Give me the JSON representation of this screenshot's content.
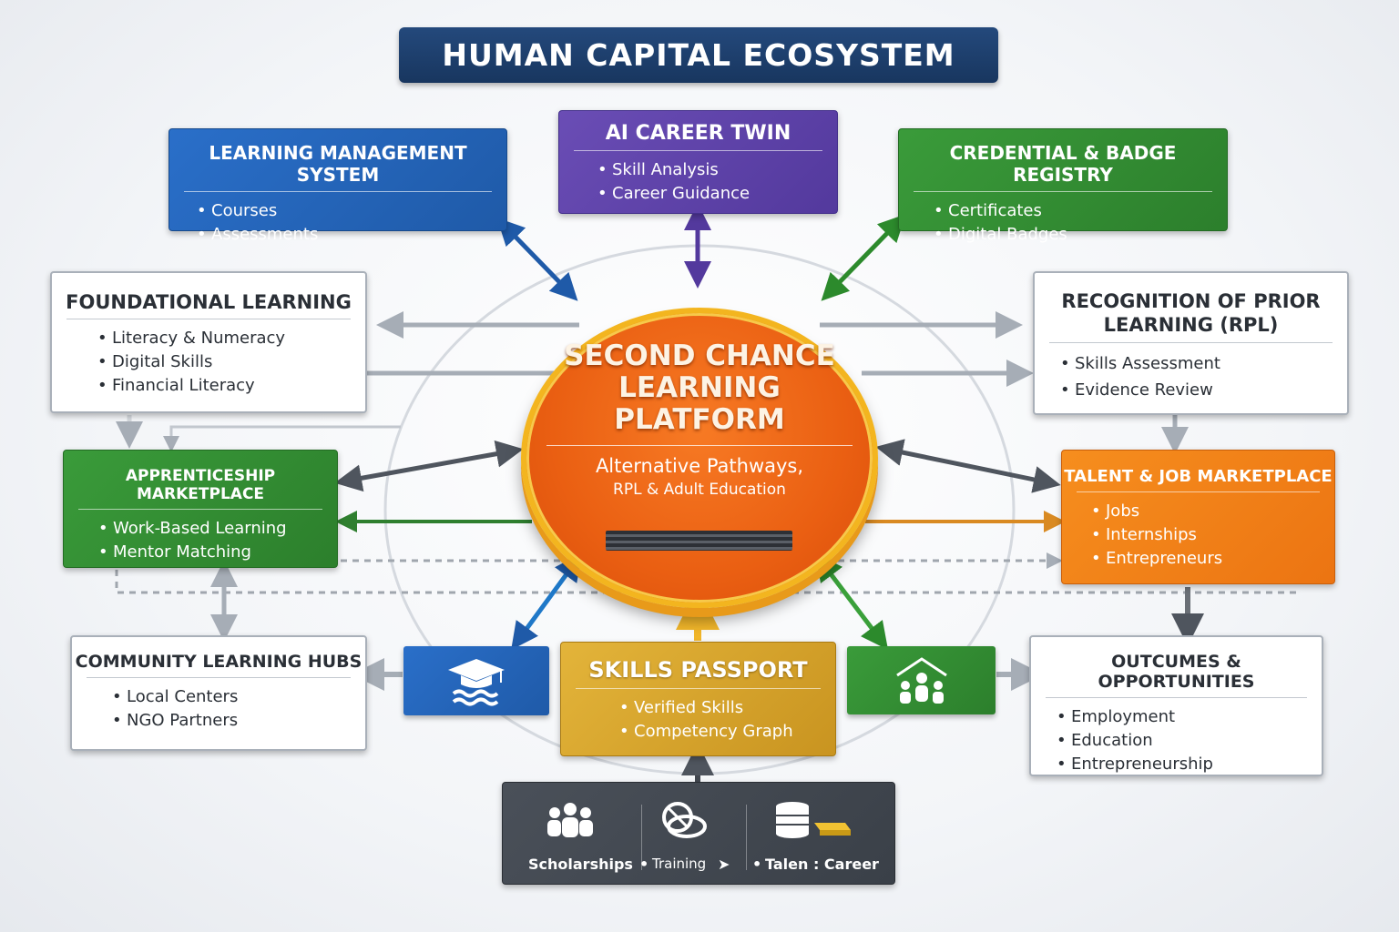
{
  "title": "HUMAN CAPITAL ECOSYSTEM",
  "center": {
    "title_lines": [
      "SECOND CHANCE",
      "LEARNING",
      "PLATFORM"
    ],
    "subtitle": "Alternative Pathways,",
    "subtitle2": "RPL & Adult Education"
  },
  "nodes": {
    "lms": {
      "title": "LEARNING MANAGEMENT SYSTEM",
      "items": [
        "Courses",
        "Assessments"
      ]
    },
    "ai_twin": {
      "title": "AI CAREER TWIN",
      "items": [
        "Skill Analysis",
        "Career Guidance"
      ]
    },
    "credential": {
      "title": "CREDENTIAL & BADGE REGISTRY",
      "items": [
        "Certificates",
        "Digital Badges"
      ]
    },
    "foundational": {
      "title": "FOUNDATIONAL LEARNING",
      "items": [
        "Literacy & Numeracy",
        "Digital Skills",
        "Financial Literacy"
      ]
    },
    "rpl": {
      "title_lines": [
        "RECOGNITION OF PRIOR",
        "LEARNING (RPL)"
      ],
      "items": [
        "Skills Assessment",
        "Evidence Review"
      ]
    },
    "apprenticeship": {
      "title": "APPRENTICESHIP MARKETPLACE",
      "items": [
        "Work-Based Learning",
        "Mentor Matching"
      ]
    },
    "talent": {
      "title": "TALENT & JOB MARKETPLACE",
      "items": [
        "Jobs",
        "Internships",
        "Entrepreneurs"
      ]
    },
    "community": {
      "title": "COMMUNITY LEARNING HUBS",
      "items": [
        "Local Centers",
        "NGO Partners"
      ]
    },
    "outcomes": {
      "title": "OUTCUMES & OPPORTUNITIES",
      "items": [
        "Employment",
        "Education",
        "Entrepreneurship"
      ]
    },
    "passport": {
      "title": "SKILLS PASSPORT",
      "items": [
        "Verified Skills",
        "Competency Graph"
      ]
    }
  },
  "support": {
    "labels": [
      "Scholarships",
      "Training",
      "Talen : Career"
    ],
    "icons": [
      "people-group-icon",
      "training-globe-icon",
      "coin-stack-icon"
    ]
  },
  "icons": {
    "education_tile": "graduation-cap-icon",
    "community_tile": "community-house-icon"
  },
  "colors": {
    "title_bg": "#1f3f6d",
    "lms": "#2766bb",
    "ai_twin": "#5e43a9",
    "credential": "#338e33",
    "apprenticeship": "#2f8a2f",
    "talent": "#f08018",
    "passport": "#d6a42e",
    "support": "#42474f",
    "center": "#ea5f12",
    "center_rim": "#f3b51f"
  }
}
